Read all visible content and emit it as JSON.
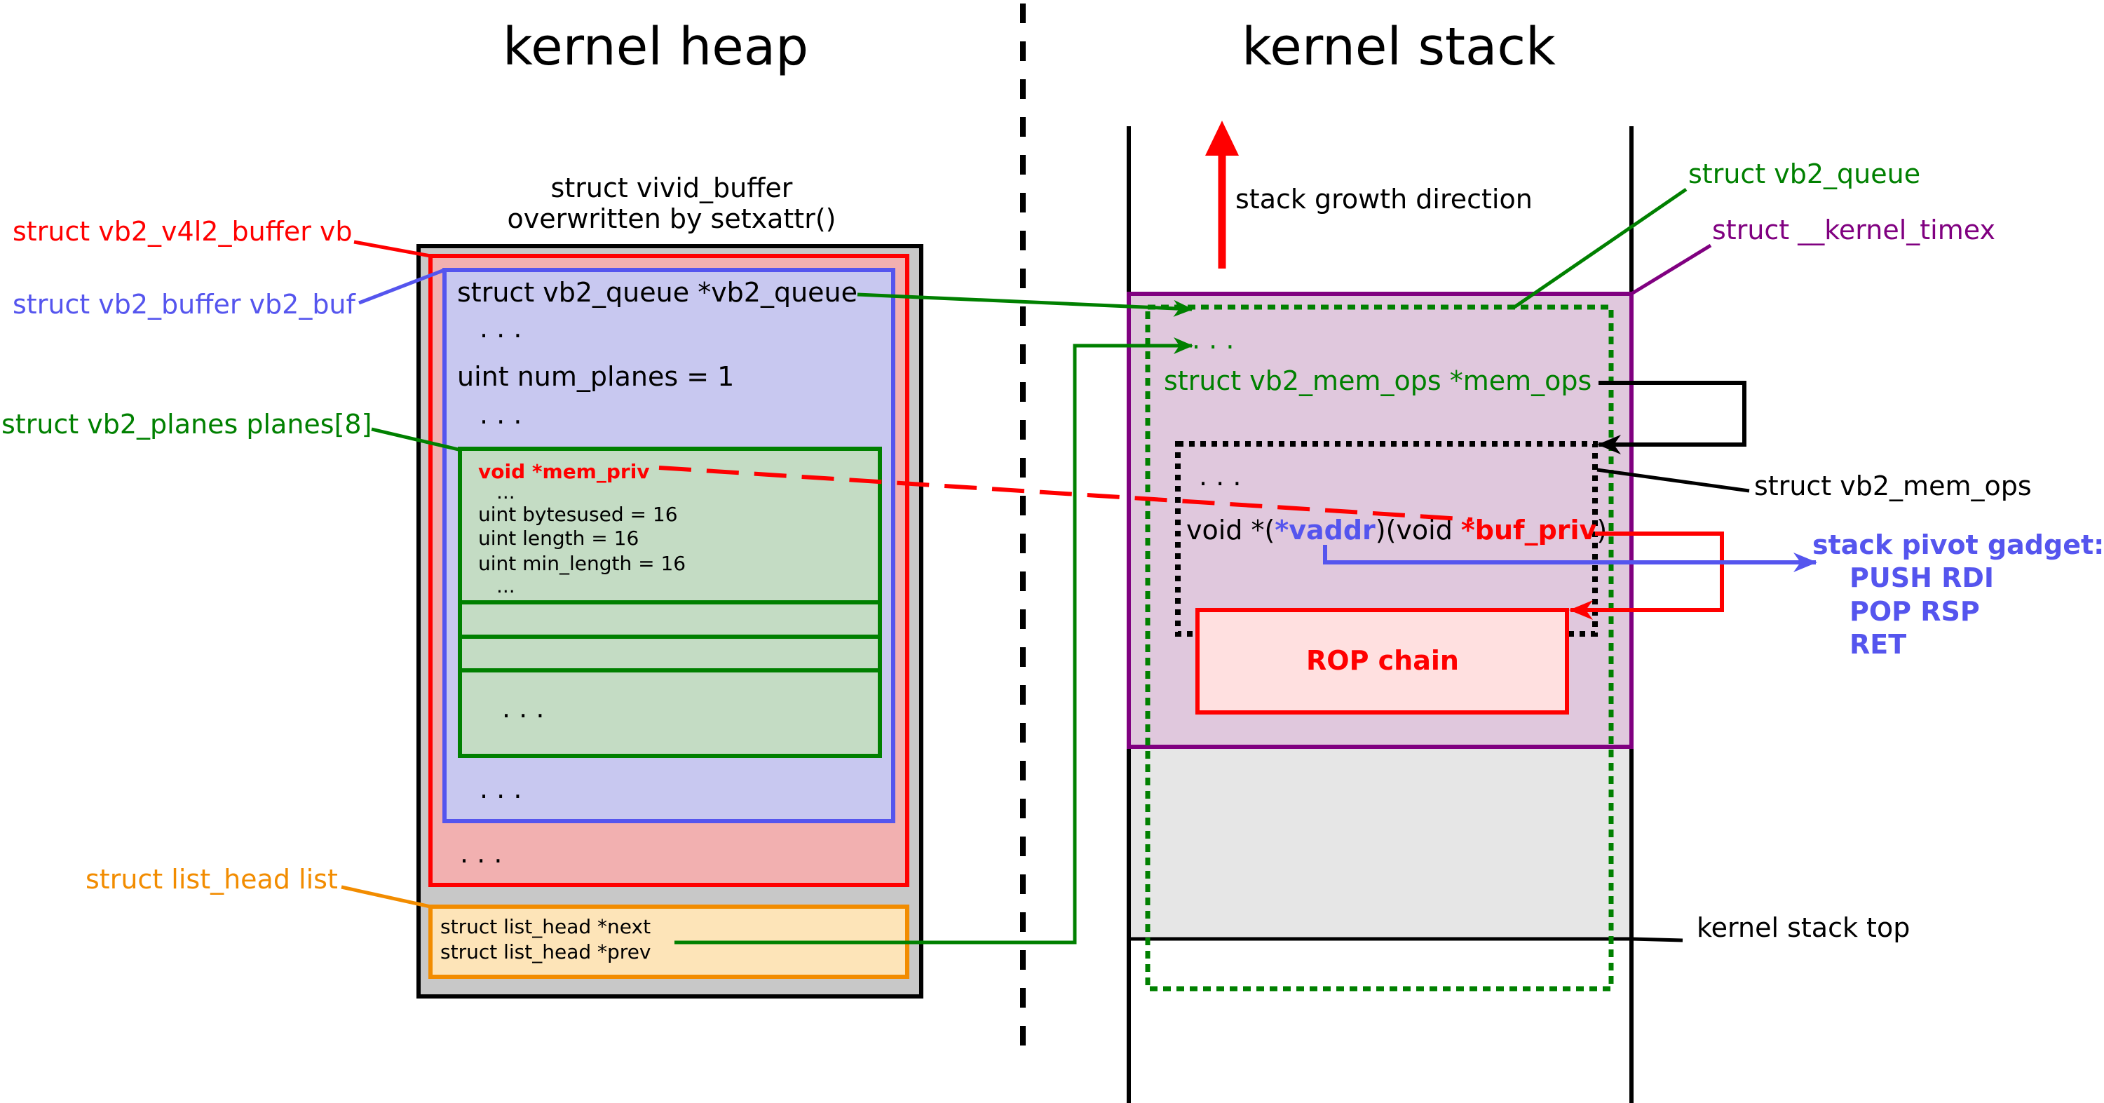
{
  "titles": {
    "heap": "kernel heap",
    "stack": "kernel stack"
  },
  "heap": {
    "header_line1": "struct vivid_buffer",
    "header_line2": "overwritten by setxattr()",
    "vb2_queue_field": "struct vb2_queue *vb2_queue",
    "num_planes": "uint num_planes = 1",
    "mem_priv": "void *mem_priv",
    "bytesused": "uint bytesused = 16",
    "length": "uint length = 16",
    "min_length": "uint min_length = 16",
    "ellipsis_spaced": ". . .",
    "ellipsis_small": "...",
    "list_next": "struct list_head *next",
    "list_prev": "struct list_head *prev"
  },
  "side_labels": {
    "vb2_v4l2_buffer": "struct vb2_v4l2_buffer vb",
    "vb2_buffer": "struct vb2_buffer vb2_buf",
    "planes": "struct vb2_planes planes[8]",
    "list_head": "struct list_head list"
  },
  "stack": {
    "growth": "stack growth direction",
    "vb2_queue": "struct vb2_queue",
    "kernel_timex": "struct __kernel_timex",
    "ellipsis": ". . .",
    "mem_ops_field": "struct vb2_mem_ops *mem_ops",
    "mem_ops_struct": "struct vb2_mem_ops",
    "vaddr_prefix": "void *(",
    "vaddr_name": "*vaddr",
    "vaddr_middle": ")(void ",
    "vaddr_arg": "*buf_priv",
    "vaddr_suffix": ")",
    "rop": "ROP chain",
    "stack_top": "kernel stack top"
  },
  "gadget": {
    "title": "stack pivot gadget:",
    "line1": "PUSH RDI",
    "line2": "POP RSP",
    "line3": "RET"
  },
  "colors": {
    "red": "#ff0000",
    "blue": "#5555ee",
    "green": "#008000",
    "orange": "#f28c00",
    "purple": "#800080",
    "outer_gray": "#c8c8c8",
    "vb_fill": "#f2b0b0",
    "vb2buf_fill": "#c8c8f0",
    "planes_fill": "#c4dcc4",
    "list_fill": "#fde4b8",
    "timex_fill": "#e0c8dd",
    "stack_gray": "#e6e6e6",
    "rop_fill": "#ffe0e0"
  }
}
